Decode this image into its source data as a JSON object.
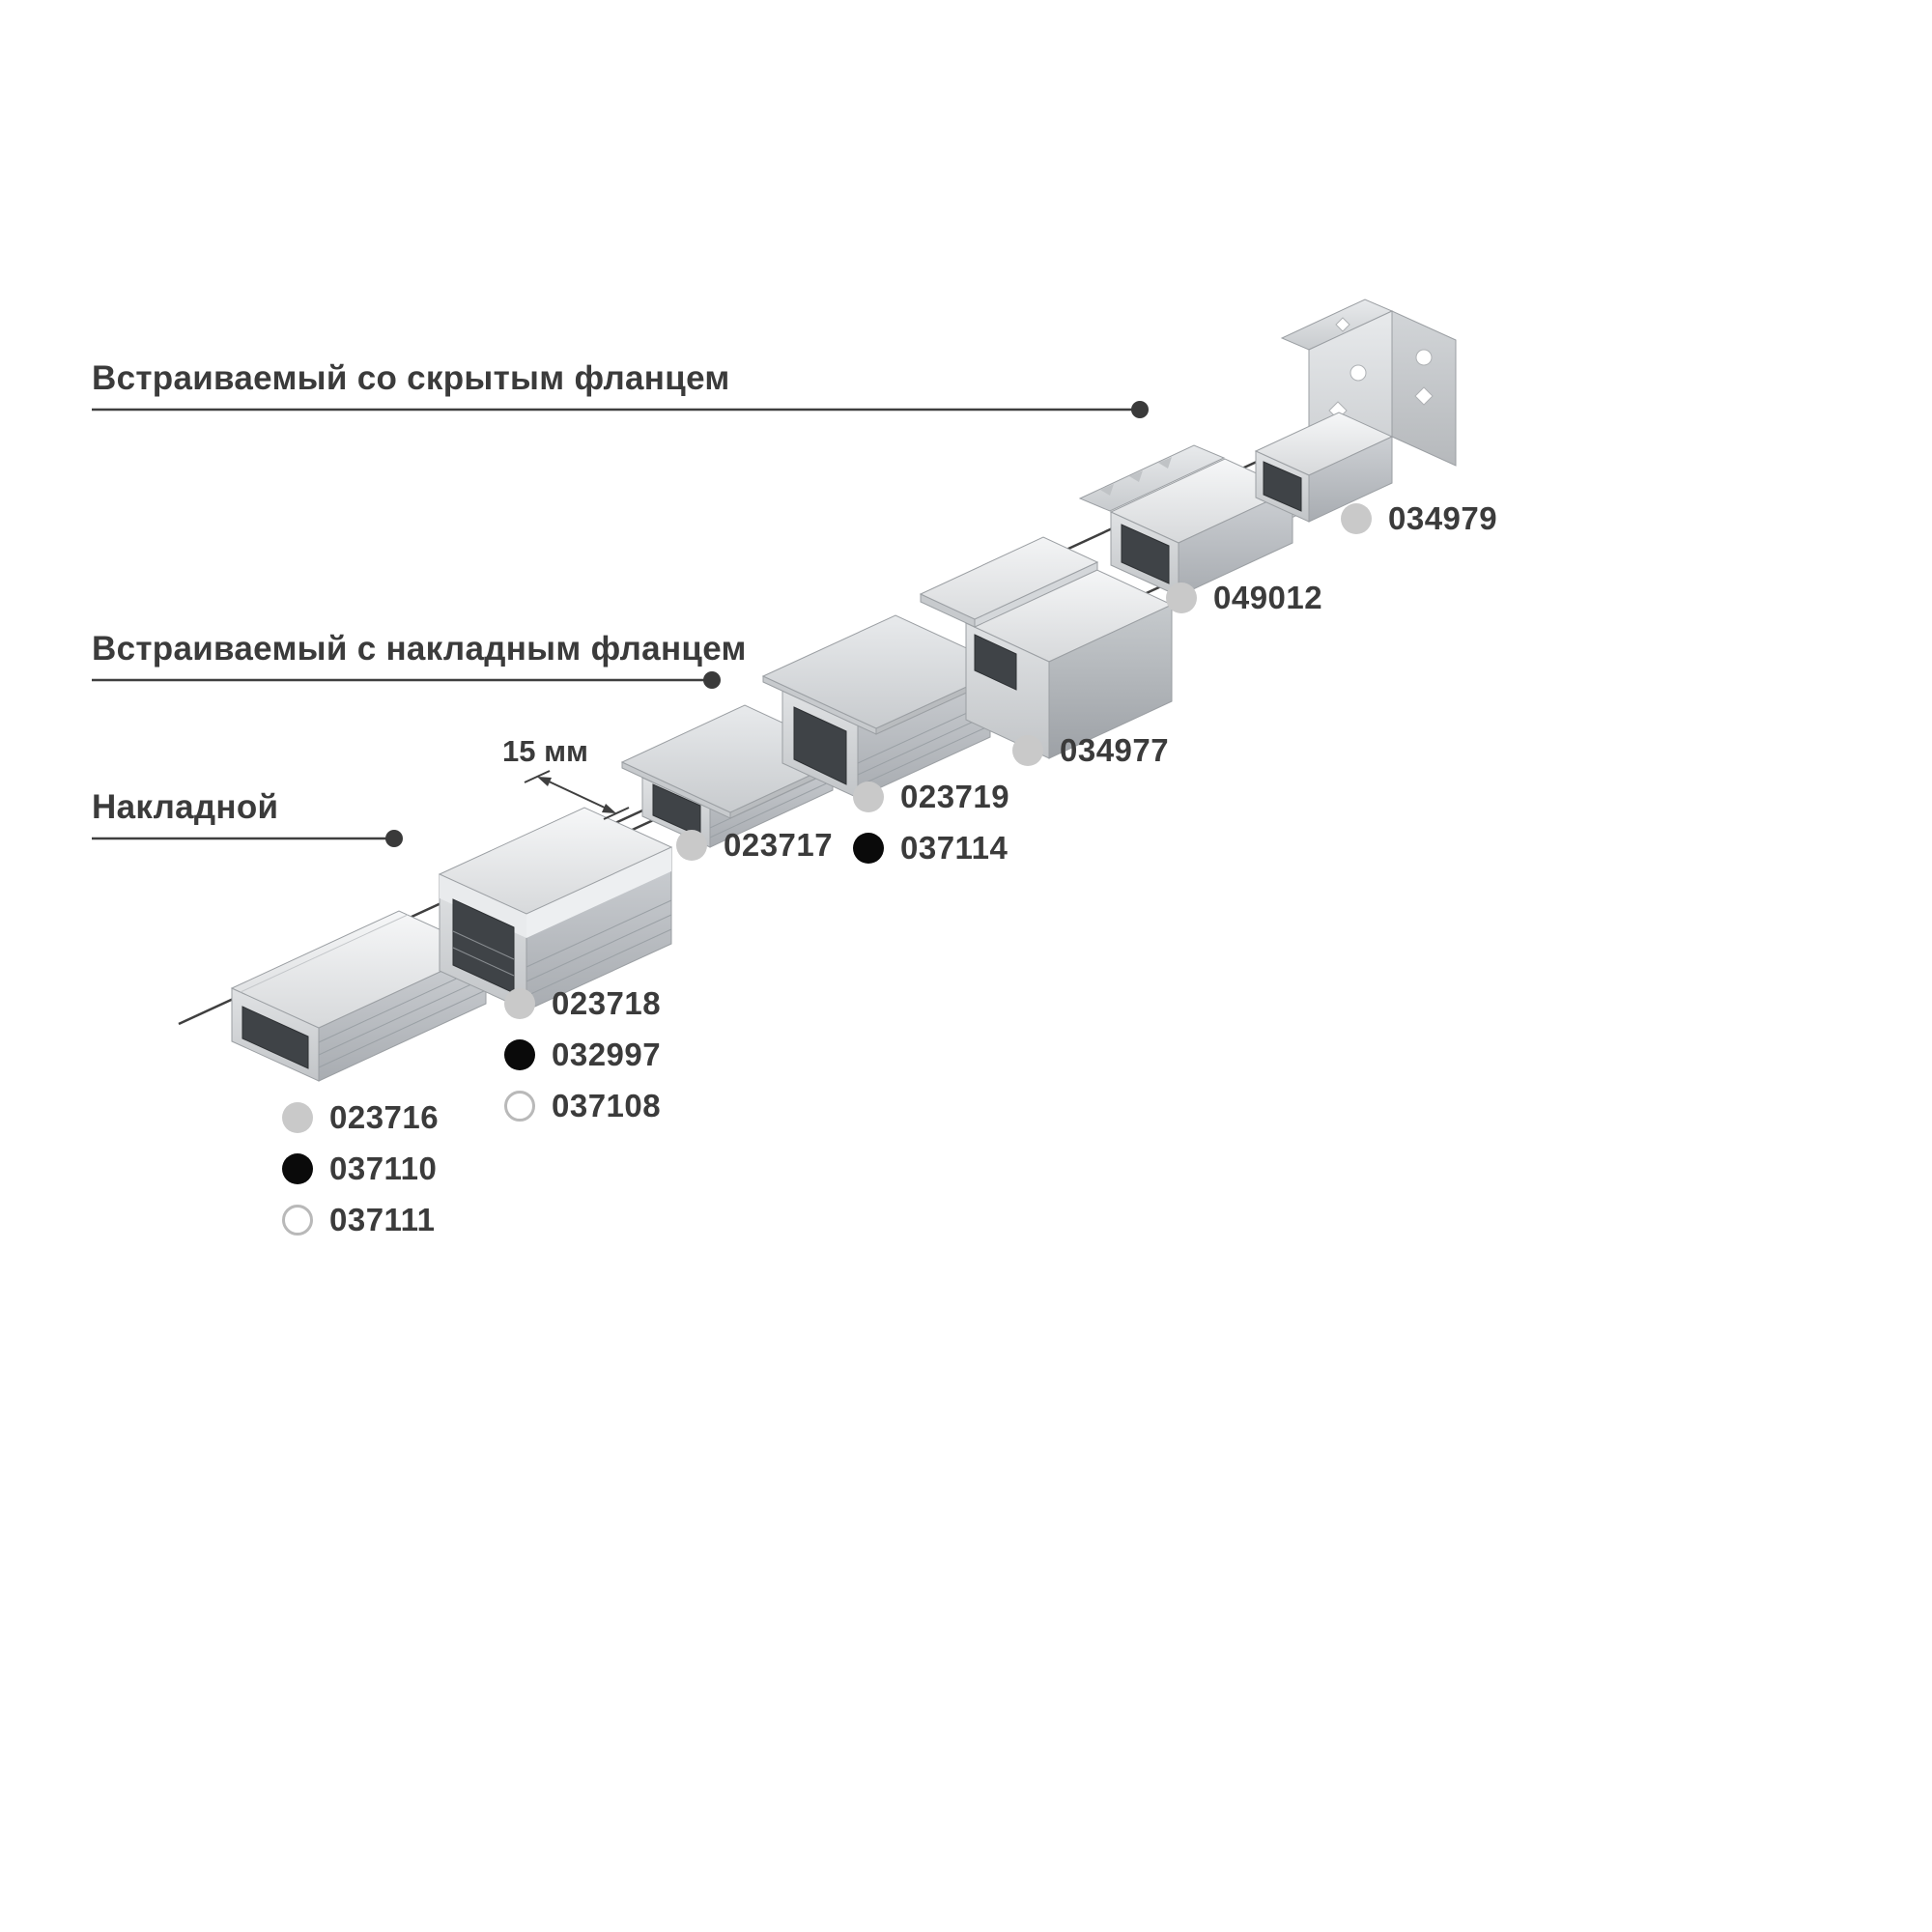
{
  "diagram": {
    "background": "#ffffff",
    "categories": [
      {
        "label": "Встраиваемый со скрытым фланцем"
      },
      {
        "label": "Встраиваемый с накладным фланцем"
      },
      {
        "label": "Накладной"
      }
    ],
    "dimension": {
      "label": "15 мм"
    },
    "product_groups": [
      {
        "profile": "surface-flat",
        "codes": [
          {
            "code": "023716",
            "dot": "gray"
          },
          {
            "code": "037110",
            "dot": "black"
          },
          {
            "code": "037111",
            "dot": "white"
          }
        ]
      },
      {
        "profile": "surface-square",
        "codes": [
          {
            "code": "023718",
            "dot": "gray"
          },
          {
            "code": "032997",
            "dot": "black"
          },
          {
            "code": "037108",
            "dot": "white"
          }
        ]
      },
      {
        "profile": "recessed-small-flange",
        "codes": [
          {
            "code": "023717",
            "dot": "gray"
          }
        ]
      },
      {
        "profile": "recessed-medium-flange",
        "codes": [
          {
            "code": "023719",
            "dot": "gray"
          },
          {
            "code": "037114",
            "dot": "black"
          }
        ]
      },
      {
        "profile": "recessed-large-flange",
        "codes": [
          {
            "code": "034977",
            "dot": "gray"
          }
        ]
      },
      {
        "profile": "hidden-flange",
        "codes": [
          {
            "code": "049012",
            "dot": "gray"
          }
        ]
      },
      {
        "profile": "corner-bracket",
        "codes": [
          {
            "code": "034979",
            "dot": "gray"
          }
        ]
      }
    ],
    "colors": {
      "text": "#3b3b3b",
      "line": "#3f3f3f",
      "dot_gray": "#c9c9c9",
      "dot_black": "#0a0a0a",
      "dot_white": "#ffffff",
      "dot_white_border": "#b9b9b9"
    }
  }
}
